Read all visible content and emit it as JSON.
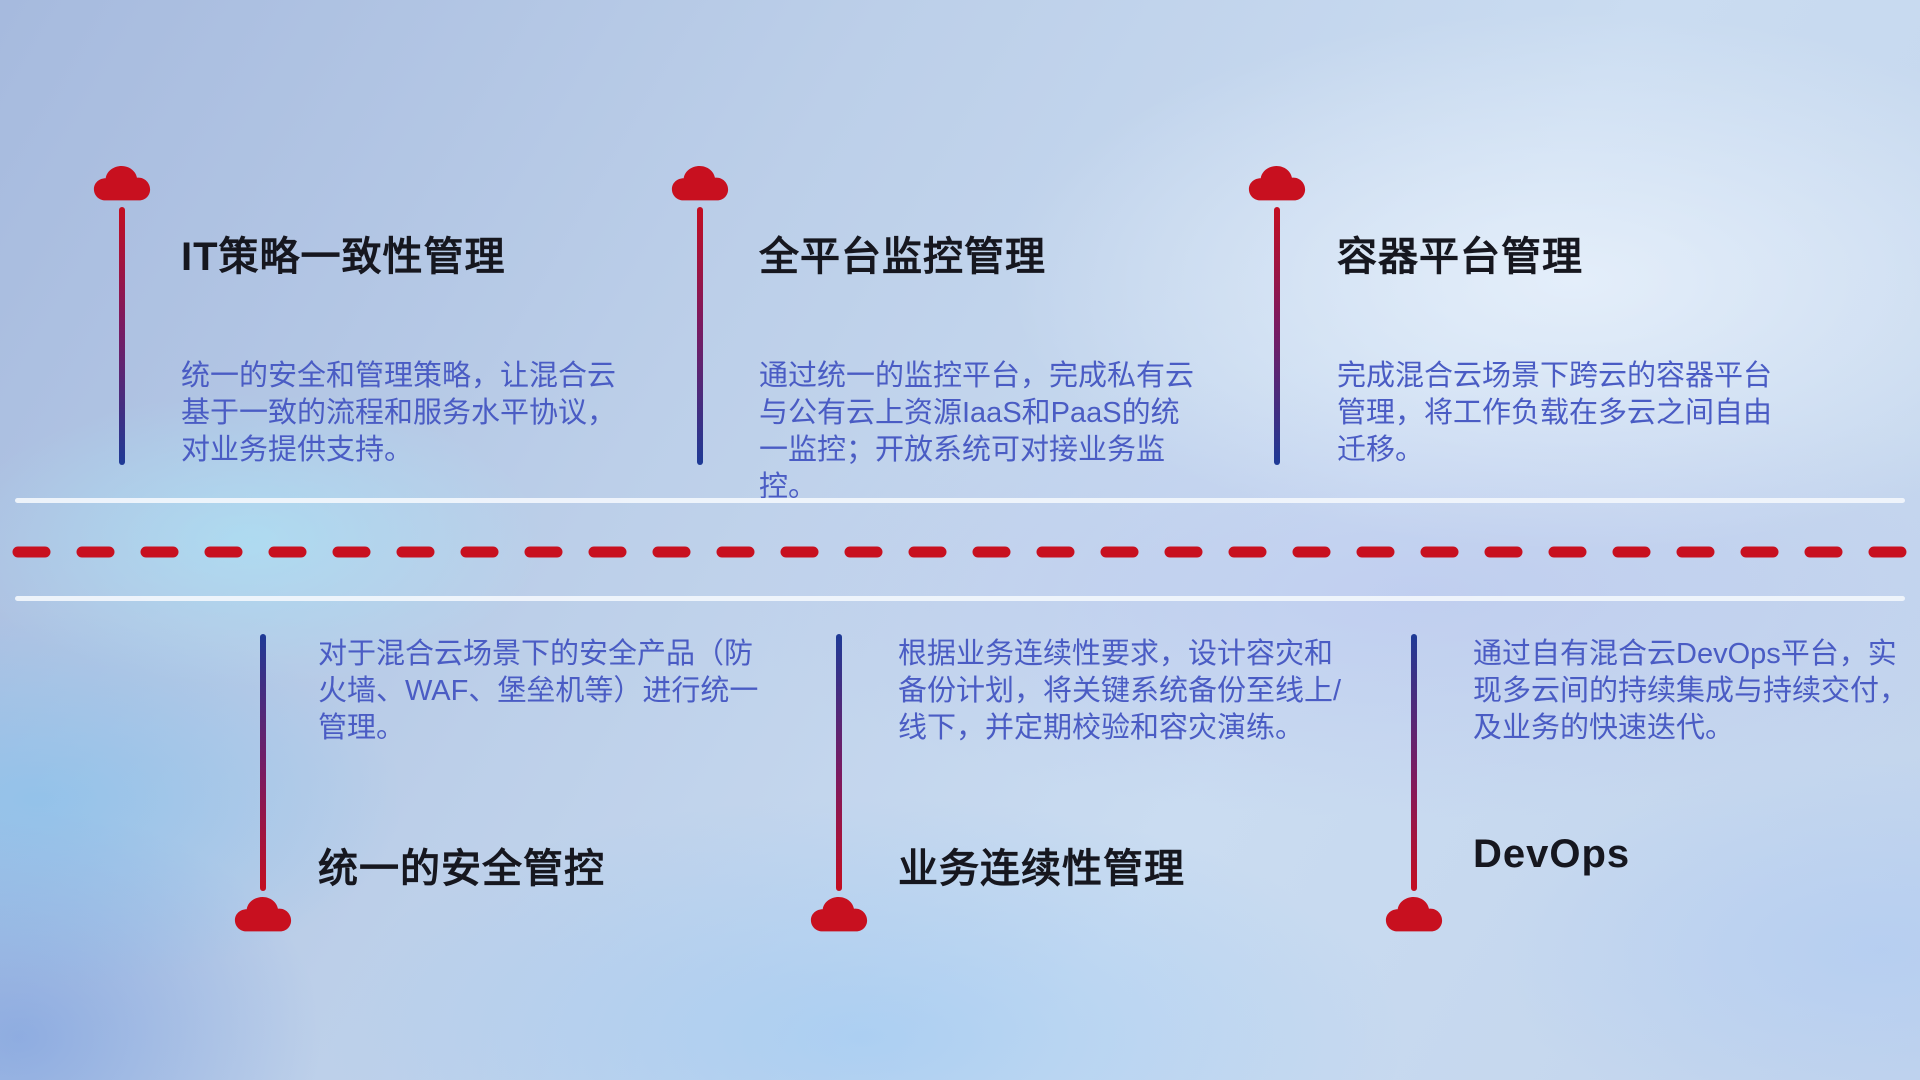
{
  "diagram": {
    "top_items": [
      {
        "title": "IT策略一致性管理",
        "description": "统一的安全和管理策略，让混合云基于一致的流程和服务水平协议，对业务提供支持。"
      },
      {
        "title": "全平台监控管理",
        "description": "通过统一的监控平台，完成私有云与公有云上资源IaaS和PaaS的统一监控；开放系统可对接业务监控。"
      },
      {
        "title": "容器平台管理",
        "description": "完成混合云场景下跨云的容器平台管理，将工作负载在多云之间自由迁移。"
      }
    ],
    "bottom_items": [
      {
        "title": "统一的安全管控",
        "description": "对于混合云场景下的安全产品（防火墙、WAF、堡垒机等）进行统一管理。"
      },
      {
        "title": "业务连续性管理",
        "description": "根据业务连续性要求，设计容灾和备份计划，将关键系统备份至线上/线下，并定期校验和容灾演练。"
      },
      {
        "title": "DevOps",
        "description": "通过自有混合云DevOps平台，实现多云间的持续集成与持续交付，及业务的快速迭代。"
      }
    ],
    "colors": {
      "accent_red": "#c8101f",
      "line_blue": "#1e3a96",
      "title_text": "#16171f",
      "description_text": "#4a5cc4",
      "divider_white": "#f2f6fc"
    }
  }
}
